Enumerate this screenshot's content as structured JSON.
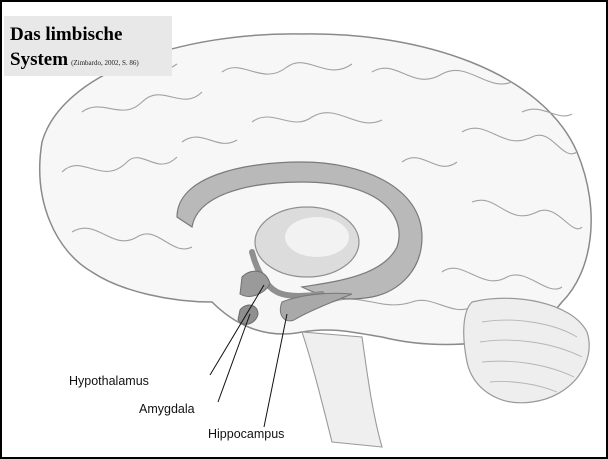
{
  "title": {
    "line1": "Das limbische",
    "line2": "System",
    "citation": "(Zimbardo, 2002, S. 86)"
  },
  "labels": {
    "hypothalamus": "Hypothalamus",
    "amygdala": "Amygdala",
    "hippocampus": "Hippocampus"
  },
  "colors": {
    "frame": "#000000",
    "title_background": "#e8e8e8",
    "brain_outline": "#8a8a8a",
    "limbic_fill": "#b9b9b9",
    "limbic_dark": "#8f8f8f"
  }
}
